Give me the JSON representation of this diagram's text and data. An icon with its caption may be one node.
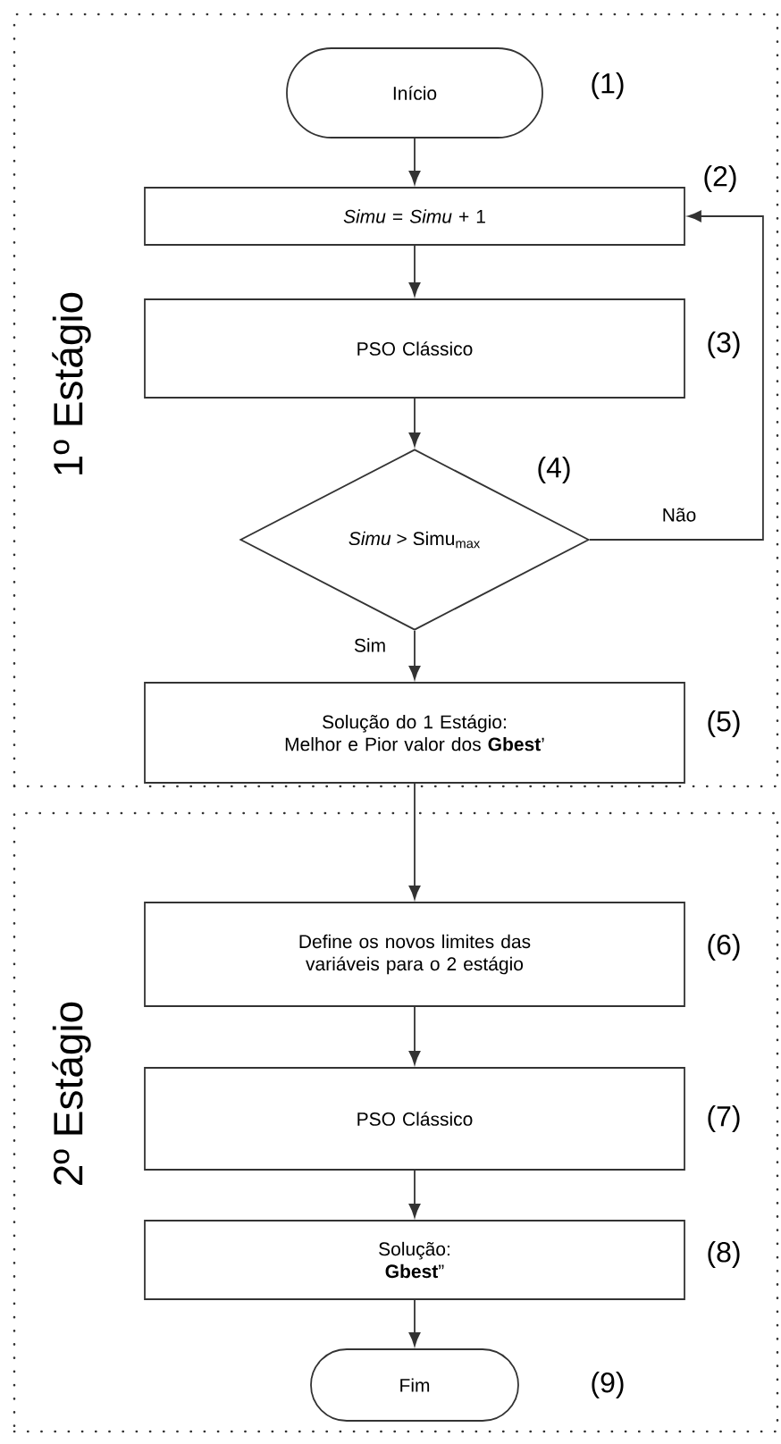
{
  "diagram": {
    "nodes": [
      {
        "text": [
          "1º Estágio"
        ]
      },
      {
        "text": [
          "Início"
        ],
        "in": 0,
        "beside": [
          "(1)"
        ]
      },
      {
        "text": [
          "*Simu* = *Simu* + 1"
        ],
        "in": 0,
        "beside": [
          "(2)"
        ]
      },
      {
        "text": [
          "PSO Clássico"
        ],
        "in": 0,
        "beside": [
          "(3)"
        ]
      },
      {
        "text": [
          "*Simu* > Simu$_{max}$"
        ],
        "in": 0,
        "beside": [
          "(4)"
        ]
      },
      {
        "text": [
          "Solução do 1 Estágio:",
          "Melhor e Pior valor dos **Gbest**’"
        ],
        "in": 0,
        "beside": [
          "(5)"
        ]
      },
      {
        "text": [
          "2º Estágio"
        ]
      },
      {
        "text": [
          "Define os novos limites das variáveis para o 2 estágio"
        ],
        "in": 6,
        "beside": [
          "(6)"
        ]
      },
      {
        "text": [
          "PSO Clássico"
        ],
        "in": 6,
        "beside": [
          "(7)"
        ]
      },
      {
        "text": [
          "Solução:",
          "**Gbest**”"
        ],
        "in": 6,
        "beside": [
          "(8)"
        ]
      },
      {
        "text": [
          "Fim"
        ],
        "in": 6,
        "beside": [
          "(9)"
        ]
      }
    ],
    "edges": [
      {
        "from": 1,
        "to": 2,
        "arrow": "to"
      },
      {
        "from": 2,
        "to": 3,
        "arrow": "to"
      },
      {
        "from": 3,
        "to": 4,
        "arrow": "to"
      },
      {
        "from": 4,
        "to": 2,
        "arrow": "to",
        "label": "Não"
      },
      {
        "from": 4,
        "to": 5,
        "arrow": "to",
        "label": "Sim"
      },
      {
        "from": 5,
        "to": 7,
        "arrow": "to"
      },
      {
        "from": 7,
        "to": 8,
        "arrow": "to"
      },
      {
        "from": 8,
        "to": 9,
        "arrow": "to"
      },
      {
        "from": 9,
        "to": 10,
        "arrow": "to"
      }
    ]
  }
}
